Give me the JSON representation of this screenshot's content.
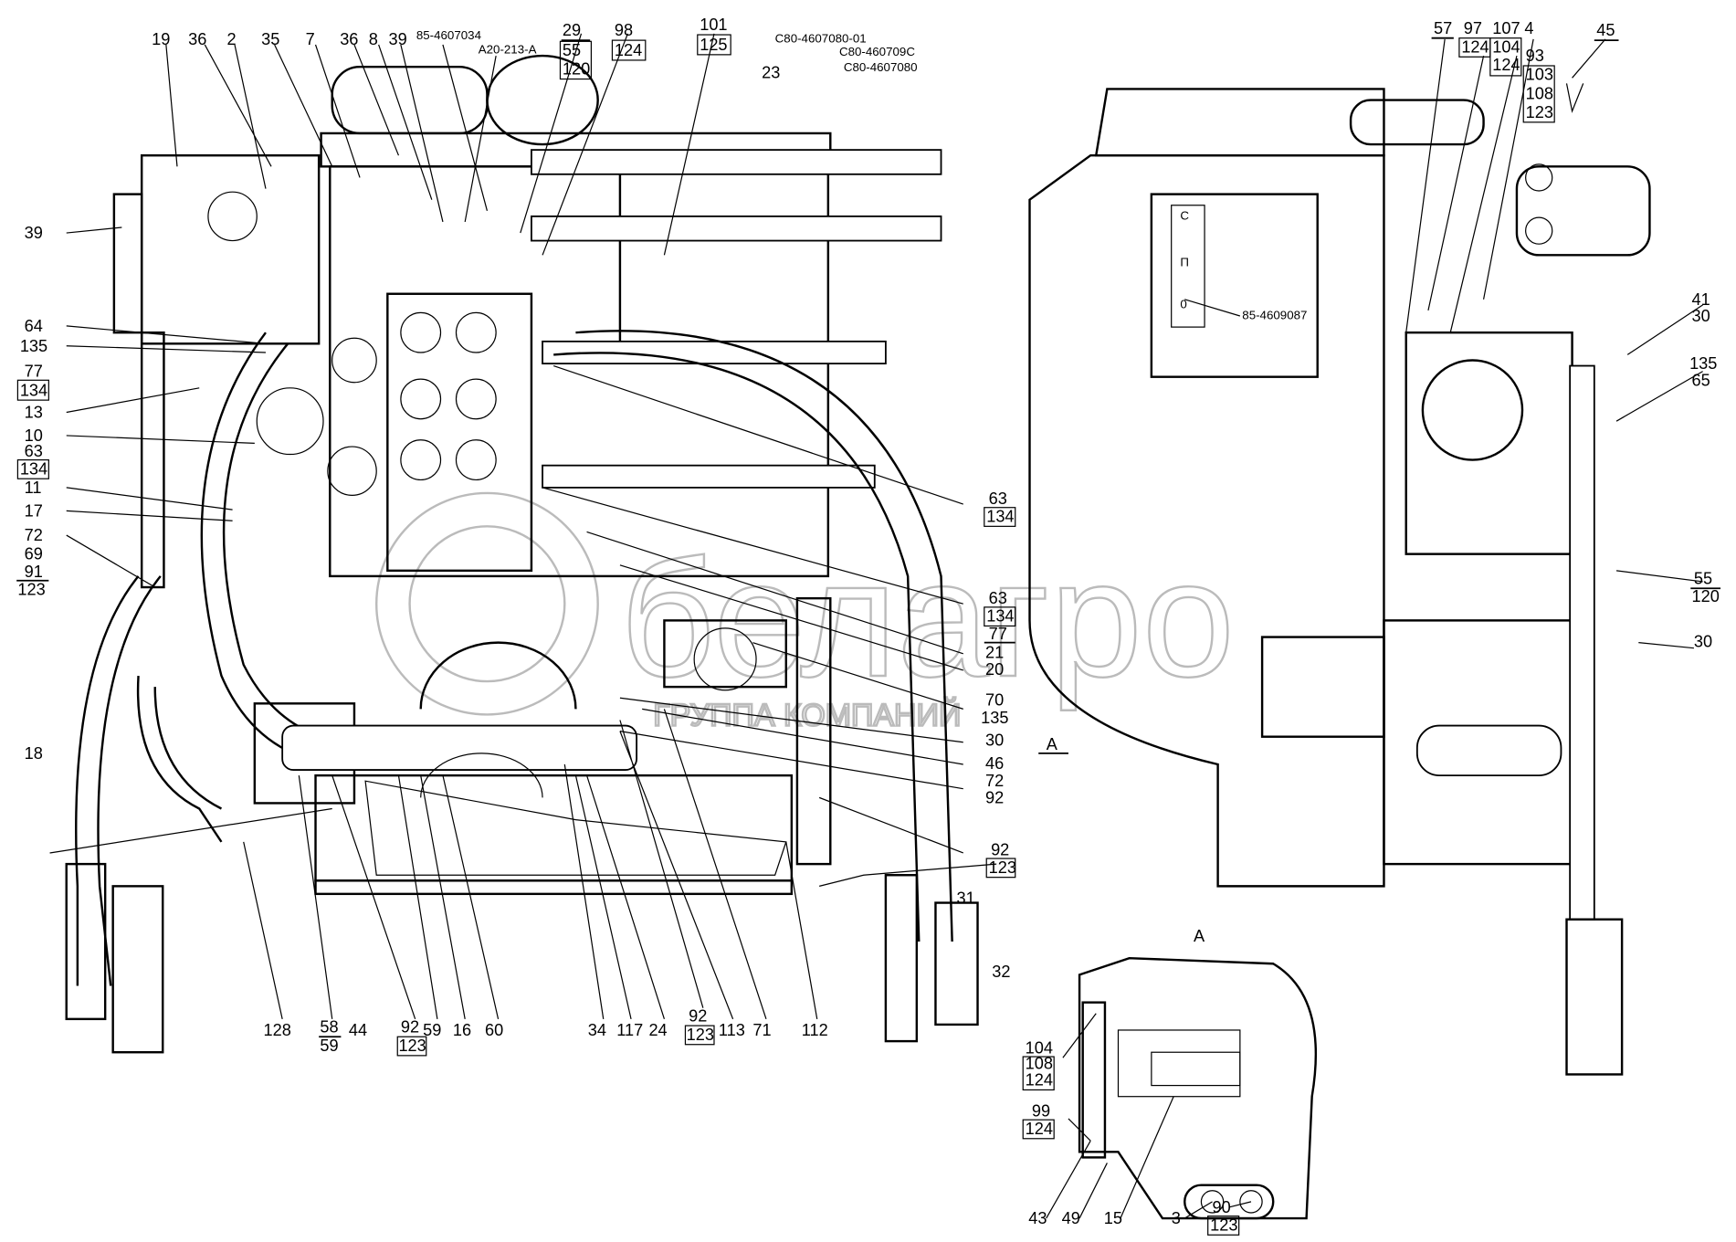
{
  "watermark": {
    "brand": "белагро",
    "subtitle": "ГРУППА КОМПАНИЙ"
  },
  "labels_left_top": [
    "19",
    "36",
    "2",
    "35",
    "7",
    "36",
    "8",
    "39",
    "85-4607034",
    "A20-213-A",
    "23",
    "C80-4607080-01",
    "C80-460709C",
    "C80-4607080"
  ],
  "stacked_top": {
    "a": [
      "29",
      "55",
      "120"
    ],
    "b": [
      "98",
      "124"
    ],
    "c": [
      "101",
      "125"
    ]
  },
  "labels_left_side": [
    "39",
    "64",
    "135",
    "13",
    "10",
    "11",
    "17",
    "72",
    "69",
    "91",
    "123",
    "18"
  ],
  "stacked_left": {
    "a": [
      "77",
      "134"
    ],
    "b": [
      "63",
      "134"
    ]
  },
  "labels_bottom": [
    "128",
    "44",
    "59",
    "16",
    "60",
    "34",
    "117",
    "24",
    "113",
    "71",
    "112"
  ],
  "stacked_bottom": {
    "a": [
      "58",
      "59"
    ],
    "b": [
      "92",
      "123"
    ],
    "c": [
      "92",
      "123"
    ]
  },
  "labels_mid_right": [
    "21",
    "20",
    "70",
    "135",
    "30",
    "46",
    "72",
    "92",
    "31",
    "32",
    "A"
  ],
  "stacked_mid_right": {
    "a": [
      "63",
      "134"
    ],
    "b": [
      "63",
      "134",
      "77"
    ],
    "c": [
      "92",
      "123"
    ]
  },
  "right_view": {
    "labels": [
      "57",
      "4",
      "45",
      "30"
    ],
    "stacked": {
      "a": [
        "97",
        "124"
      ],
      "b": [
        "107",
        "104",
        "124"
      ],
      "c": [
        "93",
        "103",
        "108",
        "123"
      ],
      "d": [
        "41",
        "30"
      ],
      "e": [
        "135",
        "65"
      ],
      "f": [
        "55",
        "120"
      ]
    },
    "plate": {
      "code": "85-4609087",
      "marks": [
        "C",
        "П",
        "0"
      ]
    }
  },
  "section_a": {
    "title": "A",
    "labels": [
      "43",
      "49",
      "15",
      "3"
    ],
    "stacked": {
      "a": [
        "104",
        "108",
        "124"
      ],
      "b": [
        "99",
        "124"
      ],
      "c": [
        "90",
        "123"
      ]
    }
  }
}
